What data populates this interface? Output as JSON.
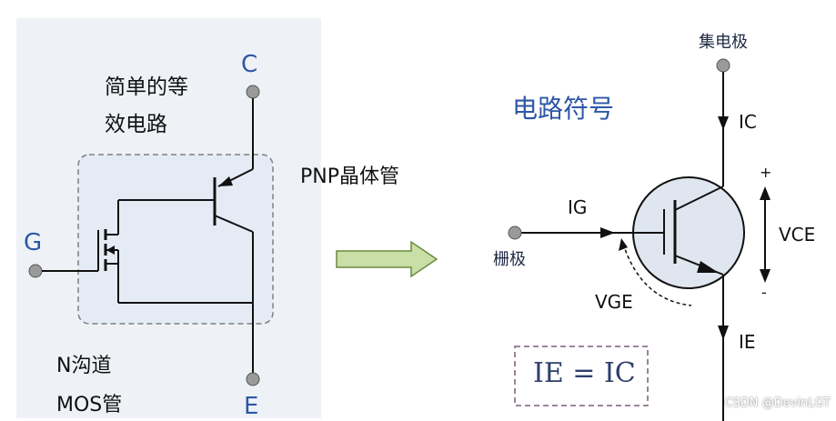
{
  "left": {
    "equiv_line1": "简单的等",
    "equiv_line2": "效电路",
    "pnp_label": "PNP晶体管",
    "nmos_line1": "N沟道",
    "nmos_line2": "MOS管",
    "terminal_c": "C",
    "terminal_g": "G",
    "terminal_e": "E"
  },
  "right": {
    "title": "电路符号",
    "collector": "集电极",
    "gate": "栅极",
    "ic": "IC",
    "ig": "IG",
    "ie": "IE",
    "vce": "VCE",
    "vge": "VGE",
    "plus": "+",
    "minus": "-",
    "formula": "IE = IC"
  },
  "watermark": "CSDN @DevinLGT",
  "colors": {
    "background_left": "#e9eef5",
    "box_fill": "#e6edf6",
    "arrow_fill": "#c8dfa7",
    "arrow_stroke": "#6a8a3f",
    "terminal": "#9a9a9a",
    "title_blue": "#2d57a6"
  }
}
